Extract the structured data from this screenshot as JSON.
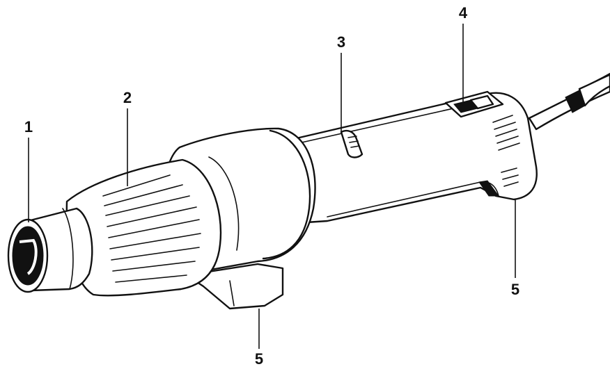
{
  "callouts": [
    {
      "id": "1",
      "label": "1"
    },
    {
      "id": "2",
      "label": "2"
    },
    {
      "id": "3",
      "label": "3"
    },
    {
      "id": "4",
      "label": "4"
    },
    {
      "id": "5a",
      "label": "5"
    },
    {
      "id": "5b",
      "label": "5"
    }
  ],
  "colors": {
    "ink": "#111111",
    "background": "#ffffff"
  }
}
